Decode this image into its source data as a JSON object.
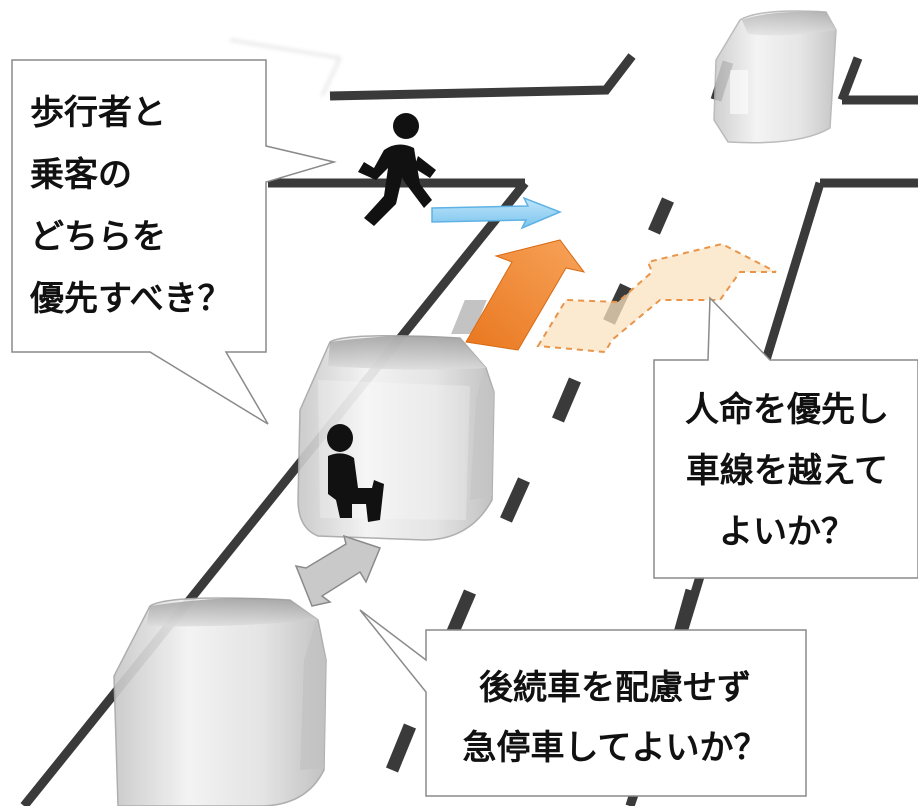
{
  "callouts": {
    "pedestrian_vs_passenger": {
      "lines": [
        "歩行者と",
        "乗客の",
        "どちらを",
        "優先すべき？"
      ]
    },
    "cross_lane": {
      "lines": [
        "人命を優先し",
        "車線を越えて",
        "よいか？"
      ]
    },
    "sudden_stop": {
      "lines": [
        "後続車を配慮せず",
        "急停車してよいか？"
      ]
    }
  },
  "colors": {
    "road_line": "#3a3a3a",
    "callout_border": "#888888",
    "straight_arrow": "#8ecdf2",
    "turn_arrow": "#f08a2c",
    "alternative_path": "#f6c98b",
    "gap_arrow": "#bdbdbd",
    "vehicle": "#d9d9d9"
  }
}
